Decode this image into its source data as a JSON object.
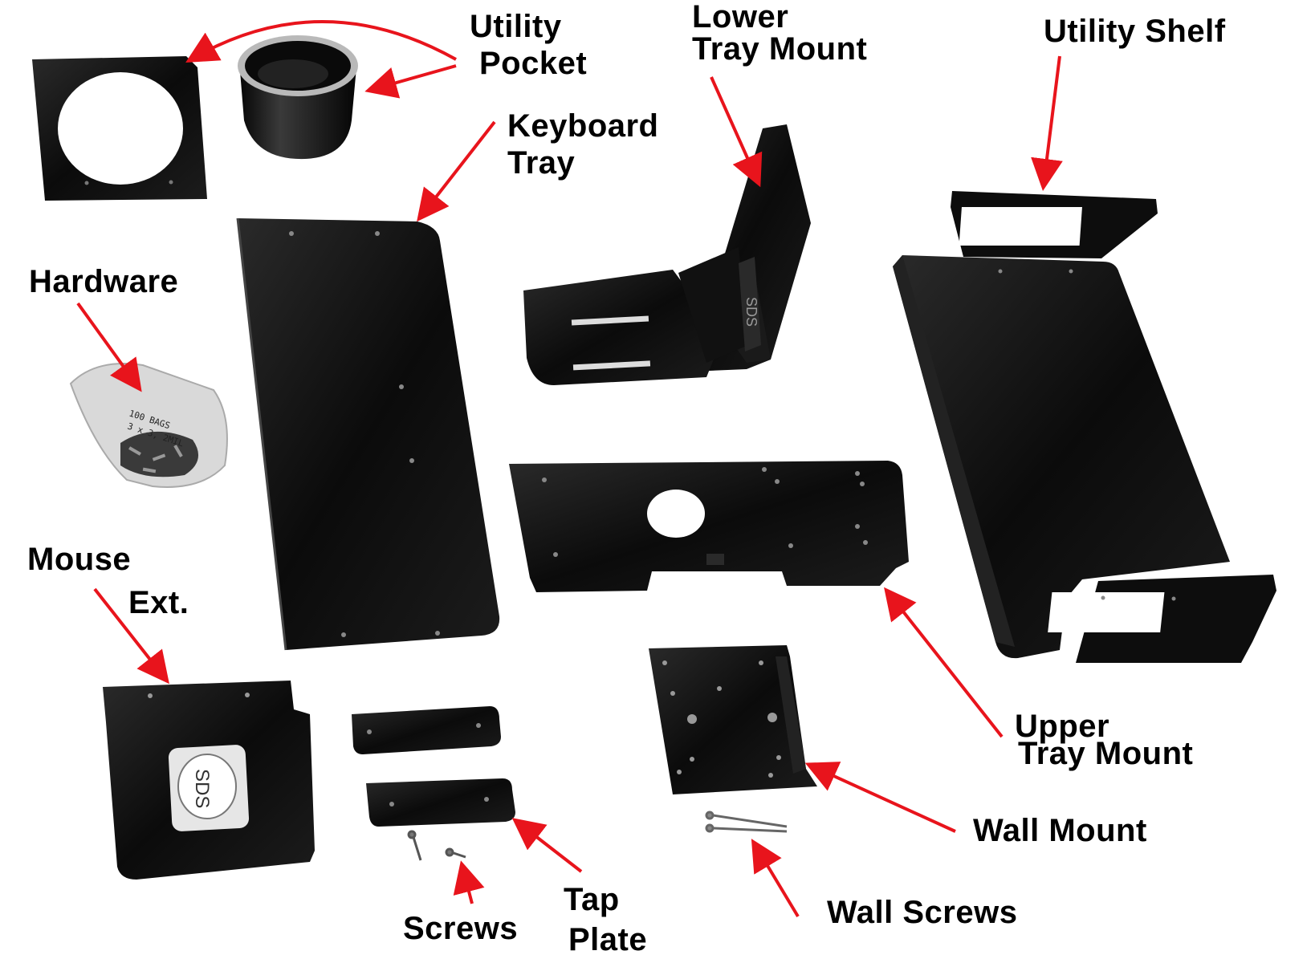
{
  "parts": {
    "utility_pocket": [
      "Utility",
      "Pocket"
    ],
    "lower_tray_mount": [
      "Lower",
      "Tray Mount"
    ],
    "utility_shelf": "Utility Shelf",
    "keyboard_tray": [
      "Keyboard",
      "Tray"
    ],
    "hardware": "Hardware",
    "mouse_ext": [
      "Mouse",
      "Ext."
    ],
    "upper_tray_mount": [
      "Upper",
      "Tray Mount"
    ],
    "wall_mount": "Wall Mount",
    "wall_screws": "Wall Screws",
    "tap_plate": [
      "Tap",
      "Plate"
    ],
    "screws": "Screws"
  },
  "brand_mark": "SDS",
  "bag_print": [
    "100 BAGS",
    "3 x 3, 2MIL"
  ],
  "colors": {
    "arrow": "#e8141c",
    "part": "#0b0b0b",
    "label": "#000000",
    "background": "#ffffff"
  }
}
